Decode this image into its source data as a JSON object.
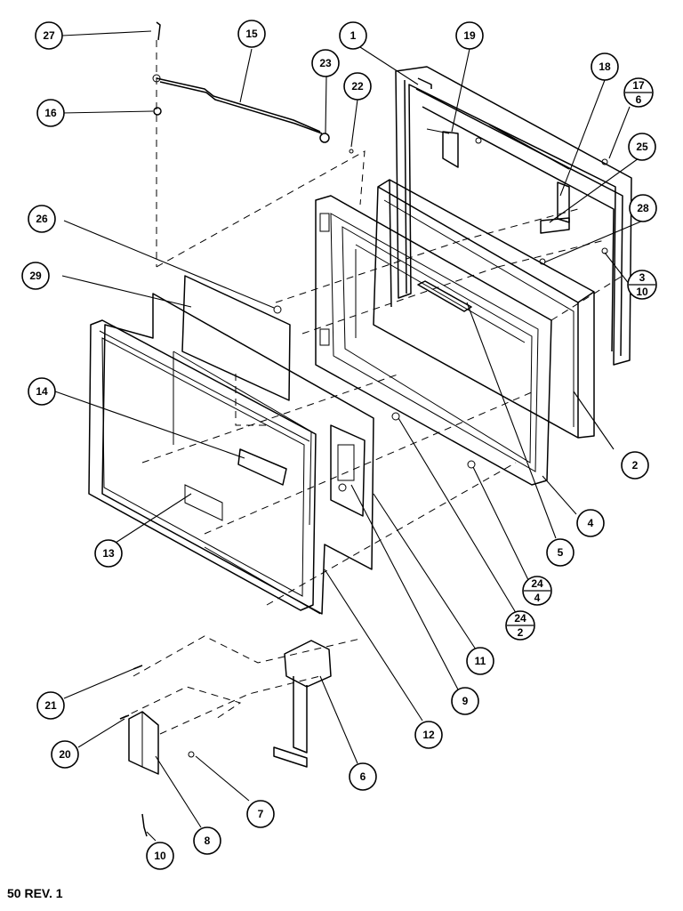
{
  "diagram": {
    "revision_label": "50 REV. 1",
    "callouts": [
      "1",
      "2",
      "4",
      "5",
      "6",
      "7",
      "8",
      "9",
      "10",
      "11",
      "12",
      "13",
      "14",
      "15",
      "16",
      "18",
      "19",
      "20",
      "21",
      "22",
      "23",
      "25",
      "26",
      "27",
      "28",
      "29"
    ],
    "fraction_callouts": [
      {
        "top": "17",
        "bottom": "6"
      },
      {
        "top": "3",
        "bottom": "10"
      },
      {
        "top": "24",
        "bottom": "4"
      },
      {
        "top": "24",
        "bottom": "2"
      }
    ]
  }
}
